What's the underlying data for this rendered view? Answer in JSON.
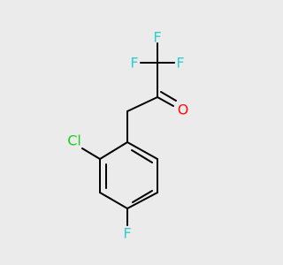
{
  "molecule": {
    "atoms": {
      "f_top": {
        "symbol": "F",
        "color": "#33cccc"
      },
      "f_left": {
        "symbol": "F",
        "color": "#33cccc"
      },
      "f_right": {
        "symbol": "F",
        "color": "#33cccc"
      },
      "o": {
        "symbol": "O",
        "color": "#ff0d0d"
      },
      "cl": {
        "symbol": "Cl",
        "color": "#1fd01f"
      },
      "f_ring": {
        "symbol": "F",
        "color": "#33cccc"
      }
    },
    "bond_color": "#000000",
    "background": "#ebebeb"
  }
}
